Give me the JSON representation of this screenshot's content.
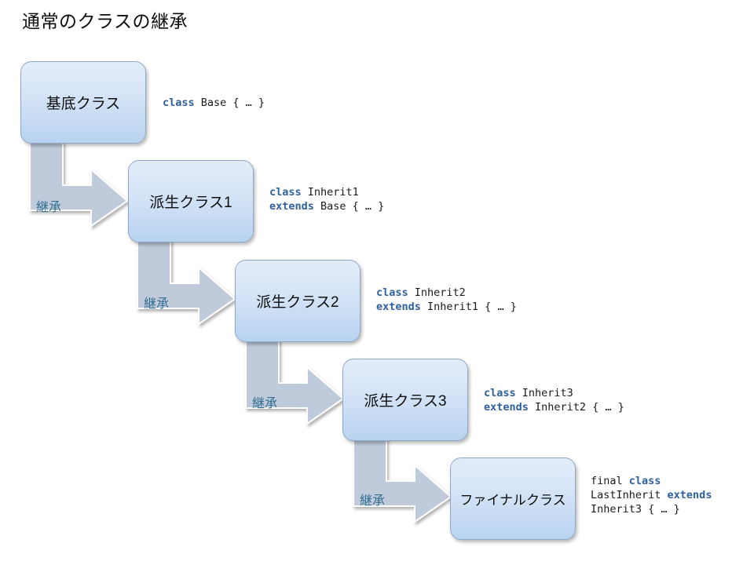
{
  "slide": {
    "title": "通常のクラスの継承",
    "background": "#ffffff",
    "keyword_color": "#2e5f9e",
    "label_color": "#31708f",
    "node_border_color": "#8ea9c8",
    "node_fill_top": "#e2ecf8",
    "node_fill_bottom": "#b8d3f0",
    "arrow_fill": "#bfcada"
  },
  "nodes": [
    {
      "id": "base",
      "label": "基底クラス"
    },
    {
      "id": "inherit1",
      "label": "派生クラス1"
    },
    {
      "id": "inherit2",
      "label": "派生クラス2"
    },
    {
      "id": "inherit3",
      "label": "派生クラス3"
    },
    {
      "id": "lastinherit",
      "label": "ファイナルクラス"
    }
  ],
  "arrows": [
    {
      "id": "a1",
      "label": "継承"
    },
    {
      "id": "a2",
      "label": "継承"
    },
    {
      "id": "a3",
      "label": "継承"
    },
    {
      "id": "a4",
      "label": "継承"
    }
  ],
  "code": [
    {
      "id": "code-base",
      "lines": [
        [
          {
            "t": "class",
            "kw": true
          },
          {
            "t": " Base { … }",
            "kw": false
          }
        ]
      ],
      "plain": "class Base { … }"
    },
    {
      "id": "code-inherit1",
      "lines": [
        [
          {
            "t": "class",
            "kw": true
          },
          {
            "t": " Inherit1",
            "kw": false
          }
        ],
        [
          {
            "t": "extends",
            "kw": true
          },
          {
            "t": " Base { … }",
            "kw": false
          }
        ]
      ],
      "plain": "class Inherit1\nextends Base { … }"
    },
    {
      "id": "code-inherit2",
      "lines": [
        [
          {
            "t": "class",
            "kw": true
          },
          {
            "t": " Inherit2",
            "kw": false
          }
        ],
        [
          {
            "t": "extends",
            "kw": true
          },
          {
            "t": " Inherit1 { … }",
            "kw": false
          }
        ]
      ],
      "plain": "class Inherit2\nextends Inherit1 { … }"
    },
    {
      "id": "code-inherit3",
      "lines": [
        [
          {
            "t": "class",
            "kw": true
          },
          {
            "t": " Inherit3",
            "kw": false
          }
        ],
        [
          {
            "t": "extends",
            "kw": true
          },
          {
            "t": " Inherit2 { … }",
            "kw": false
          }
        ]
      ],
      "plain": "class Inherit3\nextends Inherit2 { … }"
    },
    {
      "id": "code-lastinherit",
      "lines": [
        [
          {
            "t": "final ",
            "kw": false
          },
          {
            "t": "class",
            "kw": true
          }
        ],
        [
          {
            "t": "LastInherit ",
            "kw": false
          },
          {
            "t": "extends",
            "kw": true
          }
        ],
        [
          {
            "t": "Inherit3 { … }",
            "kw": false
          }
        ]
      ],
      "plain": "final class\nLastInherit extends\nInherit3 { … }"
    }
  ]
}
